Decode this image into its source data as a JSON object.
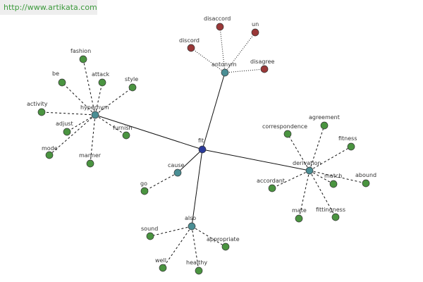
{
  "watermark": "http://www.artikata.com",
  "colors": {
    "center": "#2a3a9a",
    "relation": "#4a8e94",
    "word": "#4a9440",
    "antonym_word": "#9a3838"
  },
  "graph": {
    "center": {
      "label": "fit"
    },
    "relations": [
      {
        "label": "hypernym",
        "edge": "dash",
        "words": [
          "fashion",
          "attack",
          "style",
          "be",
          "activity",
          "adjust",
          "furnish",
          "mode",
          "manner"
        ]
      },
      {
        "label": "antonym",
        "edge": "dot",
        "words": [
          "disaccord",
          "un",
          "discord",
          "disagree"
        ]
      },
      {
        "label": "derivation",
        "edge": "dash",
        "words": [
          "correspondence",
          "agreement",
          "fitness",
          "match",
          "abound",
          "accordant",
          "mate",
          "fittingness"
        ]
      },
      {
        "label": "cause",
        "edge": "dash",
        "words": [
          "go"
        ]
      },
      {
        "label": "also",
        "edge": "dash",
        "words": [
          "sound",
          "appropriate",
          "well",
          "healthy"
        ]
      }
    ]
  }
}
